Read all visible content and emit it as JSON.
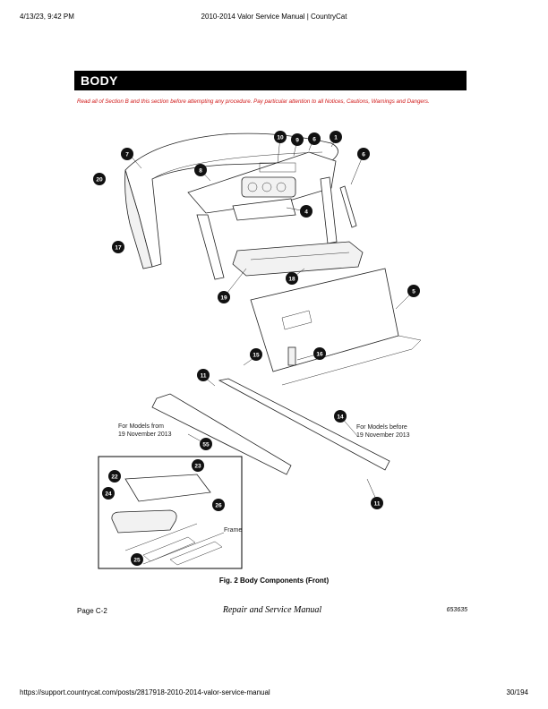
{
  "print_header": {
    "datetime": "4/13/23, 9:42 PM",
    "title": "2010-2014 Valor Service Manual | CountryCat"
  },
  "section": {
    "title": "BODY",
    "warning": "Read all of Section B and this section before attempting any procedure. Pay particular attention to all Notices, Cautions, Warnings and Dangers."
  },
  "diagram": {
    "callouts": [
      "1",
      "4",
      "5",
      "6",
      "6",
      "7",
      "8",
      "9",
      "10",
      "11",
      "11",
      "14",
      "15",
      "16",
      "17",
      "18",
      "19",
      "20",
      "22",
      "23",
      "24",
      "25",
      "26",
      "55"
    ],
    "notes": {
      "models_from_line1": "For Models from",
      "models_from_line2": "19 November 2013",
      "models_before_line1": "For Models before",
      "models_before_line2": "19 November 2013",
      "frame": "Frame"
    }
  },
  "figure": {
    "caption": "Fig. 2  Body Components (Front)"
  },
  "page_footer": {
    "page": "Page C-2",
    "manual": "Repair and Service Manual",
    "code": "653635"
  },
  "print_footer": {
    "url": "https://support.countrycat.com/posts/2817918-2010-2014-valor-service-manual",
    "pages": "30/194"
  }
}
